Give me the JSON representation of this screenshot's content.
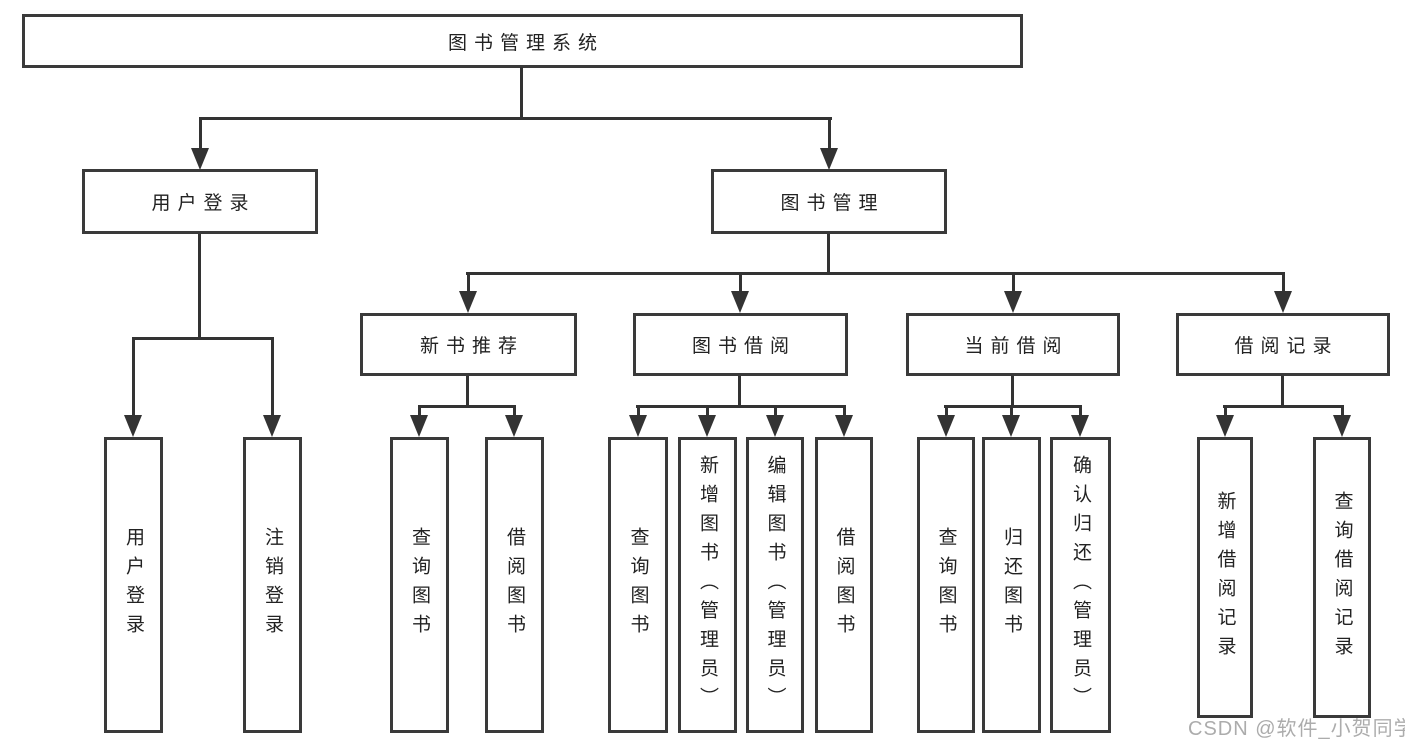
{
  "tree": {
    "root": {
      "label": "图书管理系统"
    },
    "children": [
      {
        "label": "用户登录",
        "children": [
          {
            "label": "用户登录"
          },
          {
            "label": "注销登录"
          }
        ]
      },
      {
        "label": "图书管理",
        "children": [
          {
            "label": "新书推荐",
            "children": [
              {
                "label": "查询图书"
              },
              {
                "label": "借阅图书"
              }
            ]
          },
          {
            "label": "图书借阅",
            "children": [
              {
                "label": "查询图书"
              },
              {
                "label": "新增图书（管理员）"
              },
              {
                "label": "编辑图书（管理员）"
              },
              {
                "label": "借阅图书"
              }
            ]
          },
          {
            "label": "当前借阅",
            "children": [
              {
                "label": "查询图书"
              },
              {
                "label": "归还图书"
              },
              {
                "label": "确认归还（管理员）"
              }
            ]
          },
          {
            "label": "借阅记录",
            "children": [
              {
                "label": "新增借阅记录"
              },
              {
                "label": "查询借阅记录"
              }
            ]
          }
        ]
      }
    ]
  },
  "watermark": {
    "text": "CSDN @软件_小贺同学"
  },
  "colors": {
    "line": "#333333",
    "box_border": "#3a3a3a",
    "text": "#222222",
    "watermark": "#9e9e9e",
    "background": "#ffffff"
  }
}
